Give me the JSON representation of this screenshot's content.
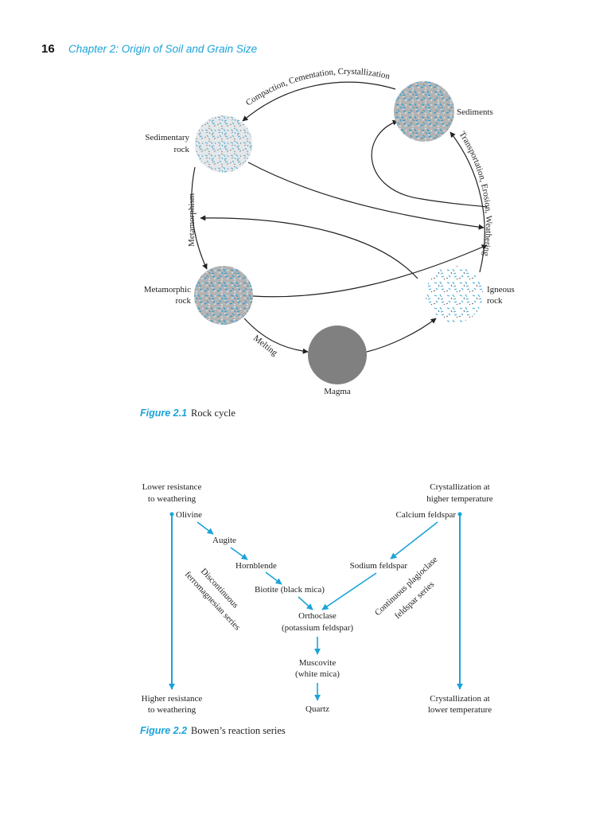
{
  "header": {
    "page_number": "16",
    "chapter_title": "Chapter 2: Origin of Soil and Grain Size"
  },
  "figure1": {
    "labels": {
      "sediments": "Sediments",
      "sedimentary_1": "Sedimentary",
      "sedimentary_2": "rock",
      "metamorphic_1": "Metamorphic",
      "metamorphic_2": "rock",
      "igneous_1": "Igneous",
      "igneous_2": "rock",
      "magma": "Magma"
    },
    "processes": {
      "compaction": "Compaction, Cementation, Crystallization",
      "transportation": "Transportation, Erosion, Weathering",
      "metamorphism": "Metamorphism",
      "melting": "Melting"
    },
    "caption_number": "Figure 2.1",
    "caption_text": "Rock cycle",
    "colors": {
      "accent": "#1aa3d9",
      "magma": "#808080",
      "rock": "#b5b5b5"
    }
  },
  "figure2": {
    "left_top_1": "Lower resistance",
    "left_top_2": "to weathering",
    "right_top_1": "Crystallization at",
    "right_top_2": "higher temperature",
    "left_bottom_1": "Higher resistance",
    "left_bottom_2": "to weathering",
    "right_bottom_1": "Crystallization at",
    "right_bottom_2": "lower temperature",
    "minerals": {
      "olivine": "Olivine",
      "augite": "Augite",
      "hornblende": "Hornblende",
      "biotite": "Biotite (black mica)",
      "calcium_feldspar": "Calcium feldspar",
      "sodium_feldspar": "Sodium feldspar",
      "orthoclase_1": "Orthoclase",
      "orthoclase_2": "(potassium feldspar)",
      "muscovite_1": "Muscovite",
      "muscovite_2": "(white mica)",
      "quartz": "Quartz"
    },
    "series": {
      "discontinuous_1": "Discontinuous",
      "discontinuous_2": "ferromagnesian series",
      "continuous_1": "Continuous plagioclase",
      "continuous_2": "feldspar series"
    },
    "caption_number": "Figure 2.2",
    "caption_text": "Bowen’s reaction series"
  }
}
